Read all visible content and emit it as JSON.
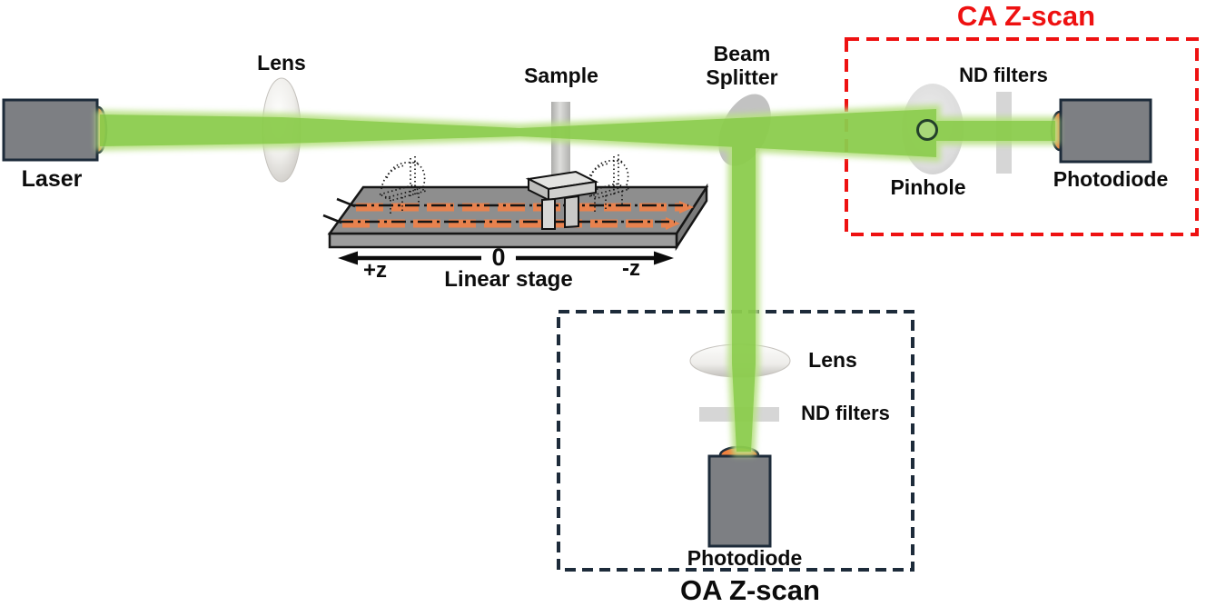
{
  "diagram": {
    "description": "Z-scan optical setup schematic with closed-aperture (CA) and open-aperture (OA) arms",
    "components": {
      "laser": "Laser",
      "lens_input": "Lens",
      "sample": "Sample",
      "beam_splitter_line1": "Beam",
      "beam_splitter_line2": "Splitter"
    },
    "stage": {
      "plus_z": "+z",
      "zero": "0",
      "minus_z": "-z",
      "label": "Linear stage"
    },
    "sections": {
      "ca": {
        "title": "CA Z-scan",
        "nd_filters": "ND filters",
        "pinhole": "Pinhole",
        "photodiode": "Photodiode",
        "accent_color": "#ee1111"
      },
      "oa": {
        "title": "OA Z-scan",
        "lens": "Lens",
        "nd_filters": "ND filters",
        "photodiode": "Photodiode",
        "accent_color": "#1d2b3a"
      }
    },
    "colors": {
      "beam_green": "#8ccd4d",
      "beam_glow": "#b9e186",
      "device_gray": "#7d7f83",
      "outline_navy": "#1d2b3a",
      "aperture_orange": "#f0813f",
      "rail_orange": "#e8824e",
      "stage_gray": "#8e8e8e",
      "ca_red": "#ee1111",
      "label_black": "#0c0c0c"
    }
  }
}
